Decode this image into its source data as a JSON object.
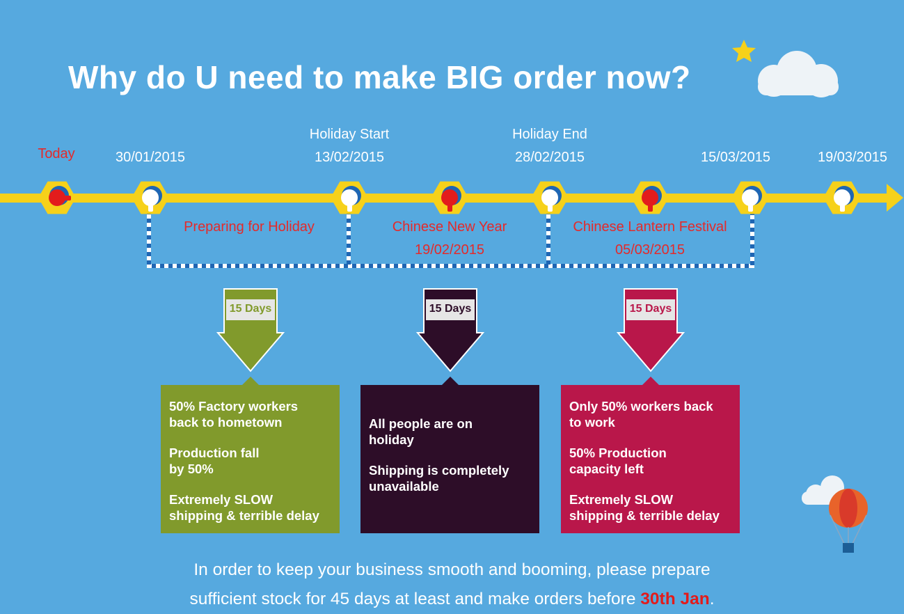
{
  "title": "Why do U need to make BIG order now?",
  "timeline": {
    "today_label": "Today",
    "dates": [
      "30/01/2015",
      "13/02/2015",
      "28/02/2015",
      "15/03/2015",
      "19/03/2015"
    ],
    "holiday_start": "Holiday Start",
    "holiday_end": "Holiday End"
  },
  "sections": [
    {
      "name": "Preparing for Holiday",
      "date": ""
    },
    {
      "name": "Chinese New Year",
      "date": "19/02/2015"
    },
    {
      "name": "Chinese Lantern Festival",
      "date": "05/03/2015"
    }
  ],
  "arrows": [
    "15 Days",
    "15 Days",
    "15 Days"
  ],
  "boxes": [
    {
      "color": "#819a2c",
      "lines": [
        "50% Factory workers\nback to hometown",
        "Production fall\nby 50%",
        "Extremely SLOW\nshipping & terrible delay"
      ]
    },
    {
      "color": "#2d0d28",
      "lines": [
        "All people are on\nholiday",
        "Shipping is completely\nunavailable"
      ]
    },
    {
      "color": "#b9174a",
      "lines": [
        "Only 50% workers back\nto work",
        "50% Production\ncapacity left",
        "Extremely  SLOW\nshipping & terrible delay"
      ]
    }
  ],
  "bottom": {
    "line1": "In order to keep your business smooth and booming, please prepare",
    "line2": "sufficient stock for 45 days at least and make orders before ",
    "highlight": "30th Jan",
    "end": "."
  },
  "colors": {
    "background": "#56a9df",
    "timeline": "#f6d11a",
    "accent_red": "#e42a2a"
  }
}
